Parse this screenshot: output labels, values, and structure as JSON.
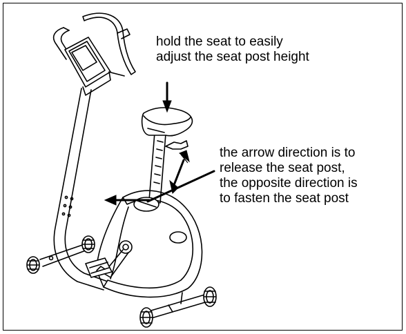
{
  "captions": {
    "seat_height": {
      "lines": [
        "hold the seat to easily",
        "adjust the seat post height"
      ]
    },
    "seat_release": {
      "lines": [
        "the arrow direction is to",
        "release the seat post,",
        "the opposite direction is",
        "to fasten the seat post"
      ]
    }
  },
  "icons": {
    "down_arrow": "arrow-down-icon",
    "release_arrow": "arrow-left-icon",
    "updown_arrow": "arrow-up-down-icon"
  },
  "colors": {
    "line": "#000000",
    "background": "#ffffff"
  }
}
